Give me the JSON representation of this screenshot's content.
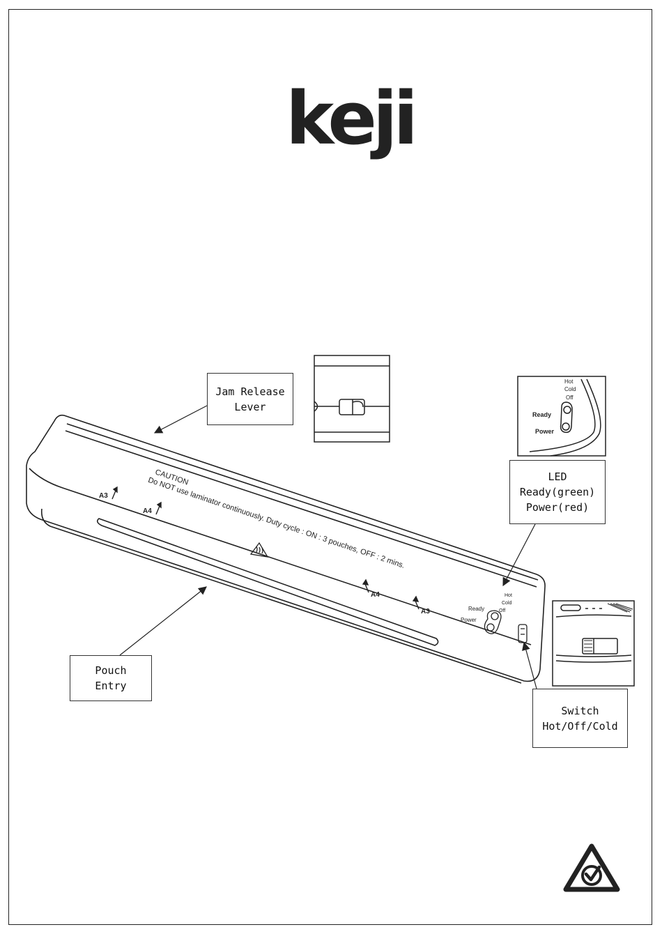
{
  "brand": {
    "logo_text": "keji"
  },
  "callouts": {
    "jam_release": [
      "Jam Release",
      "Lever"
    ],
    "led": [
      "LED",
      "Ready(green)",
      "Power(red)"
    ],
    "pouch_entry": [
      "Pouch",
      "Entry"
    ],
    "switch": [
      "Switch",
      "Hot/Off/Cold"
    ]
  },
  "device": {
    "caution_title": "CAUTION",
    "caution_text": "Do NOT use laminator continuously. Duty cycle : ON : 3 pouches, OFF : 2 mins.",
    "size_marks": [
      "A3",
      "A4",
      "A4",
      "A3"
    ],
    "led_labels": [
      "Ready",
      "Power"
    ],
    "switch_labels": [
      "Hot",
      "Cold",
      "Off"
    ]
  },
  "inset_led": {
    "switch_labels": [
      "Hot",
      "Cold",
      "Off"
    ],
    "led_labels": [
      "Ready",
      "Power"
    ]
  },
  "certification": {
    "mark": "rcm-compliance-mark"
  }
}
